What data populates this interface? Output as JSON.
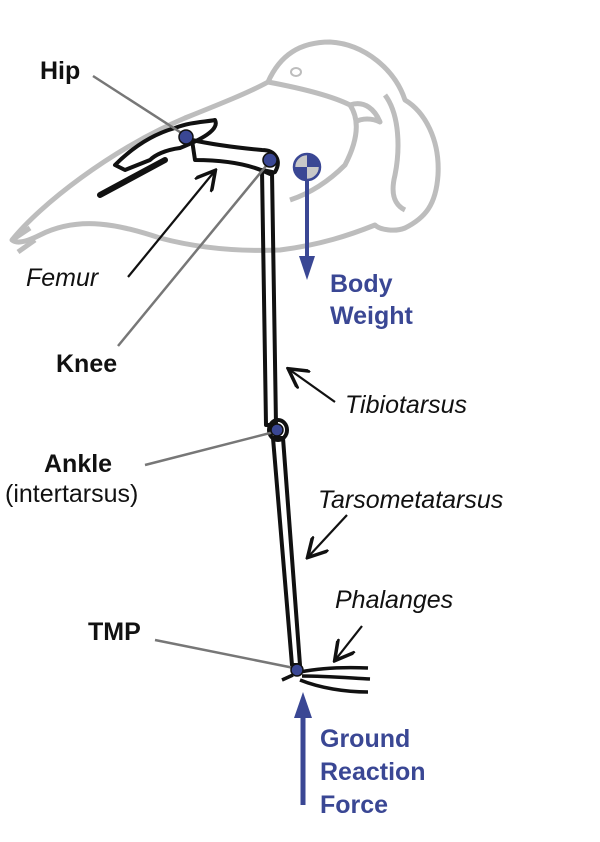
{
  "labels": {
    "hip": "Hip",
    "femur": "Femur",
    "knee": "Knee",
    "tibiotarsus": "Tibiotarsus",
    "ankle": "Ankle",
    "ankle_sub": "(intertarsus)",
    "tarsometatarsus": "Tarsometatarsus",
    "phalanges": "Phalanges",
    "tmp": "TMP",
    "body_weight": [
      "Body",
      "Weight"
    ],
    "ground_reaction_force": [
      "Ground",
      "Reaction",
      "Force"
    ]
  },
  "colors": {
    "accent": "#3a4794",
    "outline": "#bdbdbd",
    "bone": "#111111",
    "leader": "#777777"
  }
}
